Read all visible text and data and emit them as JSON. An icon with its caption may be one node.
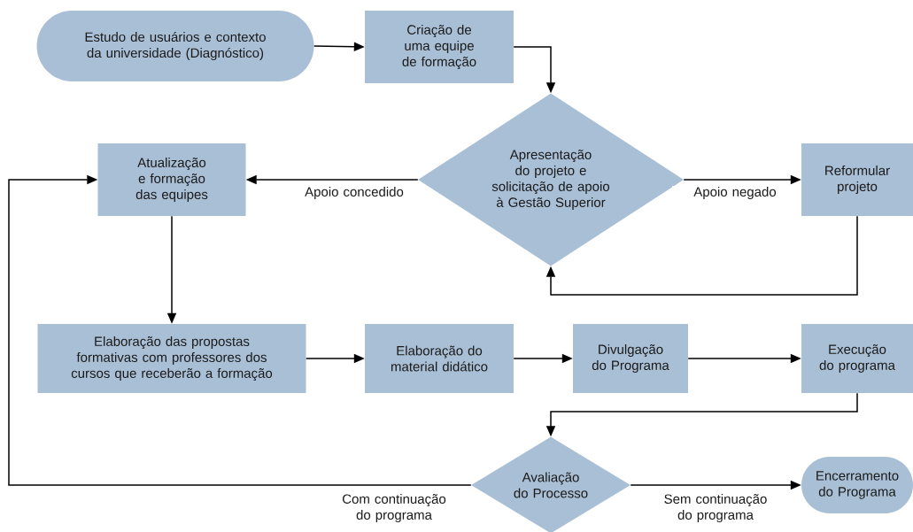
{
  "diagram": {
    "nodes": [
      {
        "text": [
          "Estudo de usuários e contexto da universidade (Diagnóstico)"
        ]
      },
      {
        "text": [
          "Criação de uma equipe de formação"
        ]
      },
      {
        "text": [
          "Apresentação do projeto e solicitação de apoio à Gestão Superior"
        ]
      },
      {
        "text": [
          "Atualização e formação das equipes"
        ]
      },
      {
        "text": [
          "Reformular projeto"
        ]
      },
      {
        "text": [
          "Elaboração das propostas formativas com professores dos cursos que receberão a formação"
        ]
      },
      {
        "text": [
          "Elaboração do material didático"
        ]
      },
      {
        "text": [
          "Divulgação do Programa"
        ]
      },
      {
        "text": [
          "Execução do programa"
        ]
      },
      {
        "text": [
          "Avaliação do Processo"
        ]
      },
      {
        "text": [
          "Encerramento do Programa"
        ]
      }
    ],
    "edges": [
      {
        "from": 0,
        "to": 1,
        "arrow": "to"
      },
      {
        "from": 1,
        "to": 2,
        "arrow": "to"
      },
      {
        "from": 2,
        "to": 3,
        "arrow": "to",
        "label": "Apoio concedido"
      },
      {
        "from": 2,
        "to": 4,
        "arrow": "to",
        "label": "Apoio negado"
      },
      {
        "from": 4,
        "to": 2,
        "arrow": "to"
      },
      {
        "from": 3,
        "to": 5,
        "arrow": "to"
      },
      {
        "from": 5,
        "to": 6,
        "arrow": "to"
      },
      {
        "from": 6,
        "to": 7,
        "arrow": "to"
      },
      {
        "from": 7,
        "to": 8,
        "arrow": "to"
      },
      {
        "from": 8,
        "to": 9,
        "arrow": "to"
      },
      {
        "from": 9,
        "to": 3,
        "arrow": "to",
        "label": "Com continuação do programa"
      },
      {
        "from": 9,
        "to": 10,
        "arrow": "to",
        "label": "Sem continuação do programa"
      }
    ]
  }
}
